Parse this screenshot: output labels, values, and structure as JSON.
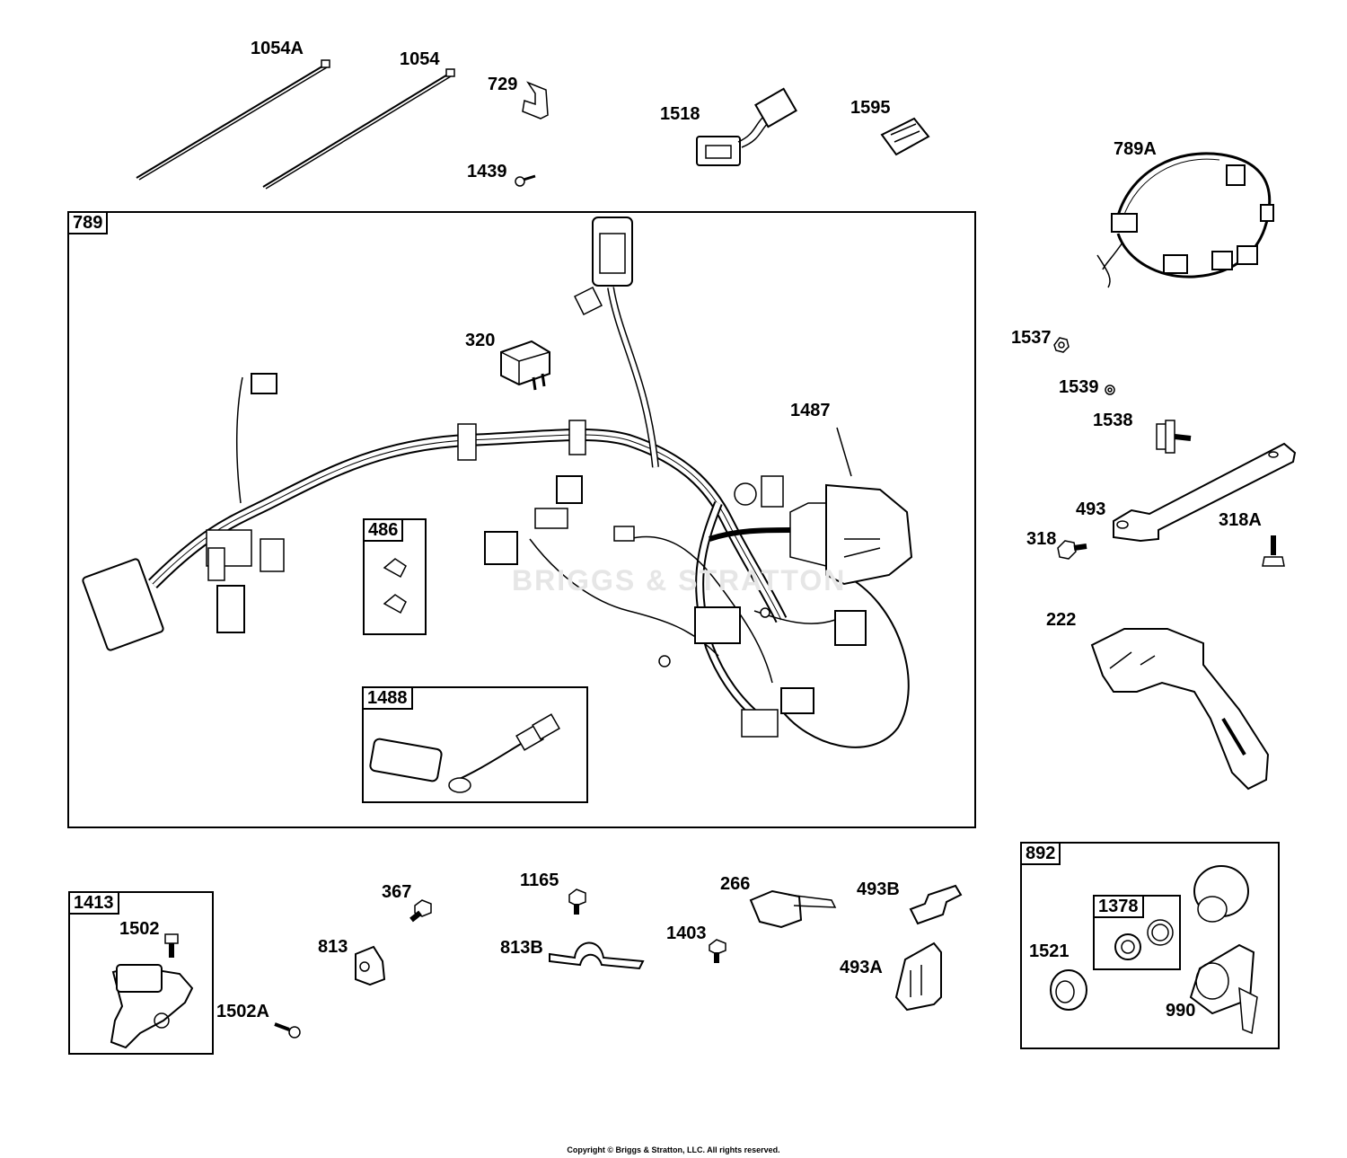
{
  "labels": {
    "p1054A": "1054A",
    "p1054": "1054",
    "p729": "729",
    "p1439": "1439",
    "p1518": "1518",
    "p1595": "1595",
    "p789A": "789A",
    "p320": "320",
    "p1487": "1487",
    "p1537": "1537",
    "p1539": "1539",
    "p1538": "1538",
    "p493": "493",
    "p318": "318",
    "p318A": "318A",
    "p222": "222",
    "p367": "367",
    "p1165": "1165",
    "p266": "266",
    "p493B": "493B",
    "p813": "813",
    "p813B": "813B",
    "p1403": "1403",
    "p493A": "493A",
    "p1502": "1502",
    "p1502A": "1502A",
    "p1521": "1521",
    "p990": "990"
  },
  "boxes": {
    "b789": "789",
    "b486": "486",
    "b1488": "1488",
    "b1413": "1413",
    "b892": "892",
    "b1378": "1378"
  },
  "watermark": "BRIGGS & STRATTON",
  "copyright": "Copyright © Briggs & Stratton, LLC. All rights reserved."
}
